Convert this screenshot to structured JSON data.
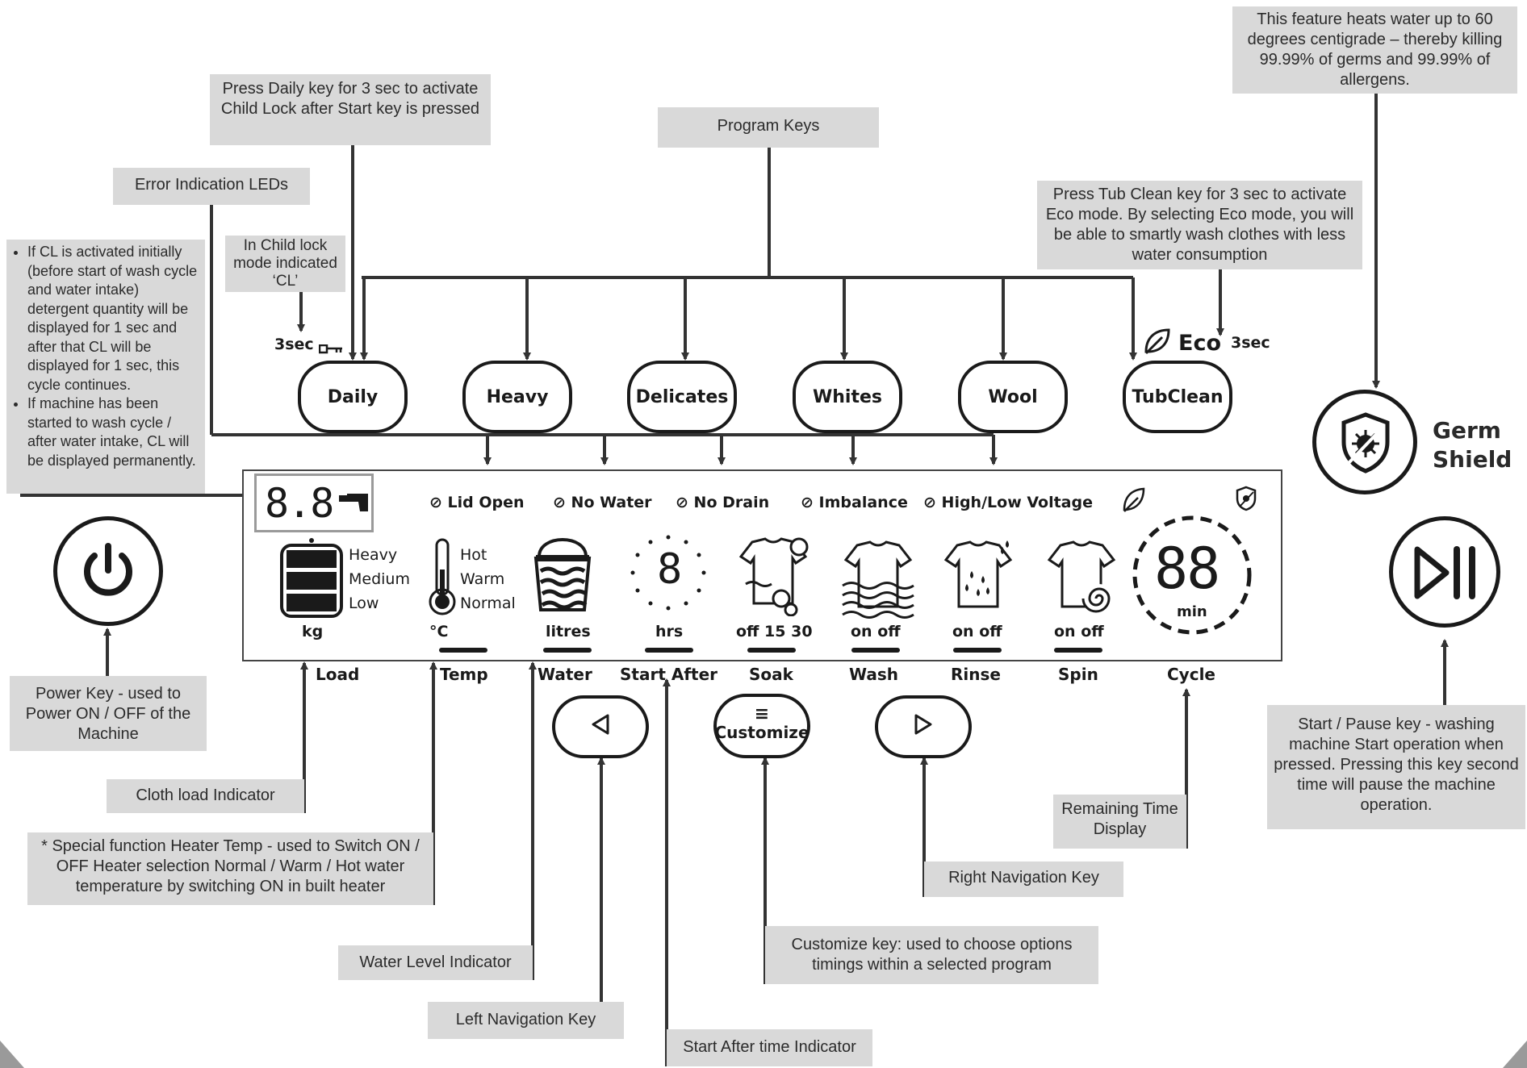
{
  "notes": {
    "germ_info": "This feature heats water up to 60 degrees centigrade – thereby killing 99.99% of germs and 99.99% of allergens.",
    "daily_child_lock": "Press Daily key for 3 sec to activate Child Lock after Start key is pressed",
    "program_keys": "Program Keys",
    "error_leds": "Error Indication LEDs",
    "tub_clean_eco": "Press Tub Clean key for 3 sec to activate Eco mode. By selecting Eco mode, you will be able to smartly wash clothes with less water consumption",
    "child_lock_mode": "In Child lock mode indicated ‘CL’",
    "cl_bullets": [
      "If CL is activated initially (before start of wash cycle and water intake) detergent quantity will be displayed for 1 sec and after that CL will be displayed for 1 sec, this cycle continues.",
      "If machine has been started to wash cycle / after water intake, CL will be displayed permanently."
    ],
    "power_key": "Power Key - used to Power ON / OFF of the Machine",
    "cloth_load": "Cloth load Indicator",
    "heater_temp": "* Special function Heater Temp - used to Switch ON / OFF Heater selection Normal / Warm / Hot water temperature by switching ON in built heater",
    "water_level": "Water Level Indicator",
    "left_nav": "Left Navigation Key",
    "start_after": "Start After time Indicator",
    "customize_key": "Customize key: used to choose options timings within a selected program",
    "right_nav": "Right Navigation Key",
    "remaining_time": "Remaining Time Display",
    "start_pause": "Start / Pause key - washing machine Start operation when pressed. Pressing this key second time will pause the machine operation."
  },
  "program_keys": [
    "Daily",
    "Heavy",
    "Delicates",
    "Whites",
    "Wool",
    "TubClean"
  ],
  "lock_hint": "3sec",
  "eco": {
    "label": "Eco",
    "hint": "3sec"
  },
  "germ_shield": {
    "line1": "Germ",
    "line2": "Shield"
  },
  "panel": {
    "digits": "8.8",
    "errors": [
      "Lid Open",
      "No Water",
      "No Drain",
      "Imbalance",
      "High/Low Voltage"
    ],
    "load_levels": [
      "Heavy",
      "Medium",
      "Low"
    ],
    "load_unit": "kg",
    "temp_levels": [
      "Hot",
      "Warm",
      "Normal"
    ],
    "temp_unit": "°C",
    "water_unit": "litres",
    "start_digit": "8",
    "start_unit": "hrs",
    "soak_opts": "off 15 30",
    "wash_opts": "on off",
    "rinse_opts": "on off",
    "spin_opts": "on off",
    "cycle_digits": "88",
    "cycle_unit": "min",
    "labels": [
      "Load",
      "Temp",
      "Water",
      "Start After",
      "Soak",
      "Wash",
      "Rinse",
      "Spin",
      "Cycle"
    ]
  },
  "customize_label": "Customize",
  "icons": [
    "power-icon",
    "play-pause-icon",
    "germ-shield-icon",
    "leaf-icon",
    "key-icon",
    "thermometer-icon",
    "bucket-icon",
    "shirt-icon",
    "left-arrow-icon",
    "right-arrow-icon",
    "menu-icon"
  ]
}
